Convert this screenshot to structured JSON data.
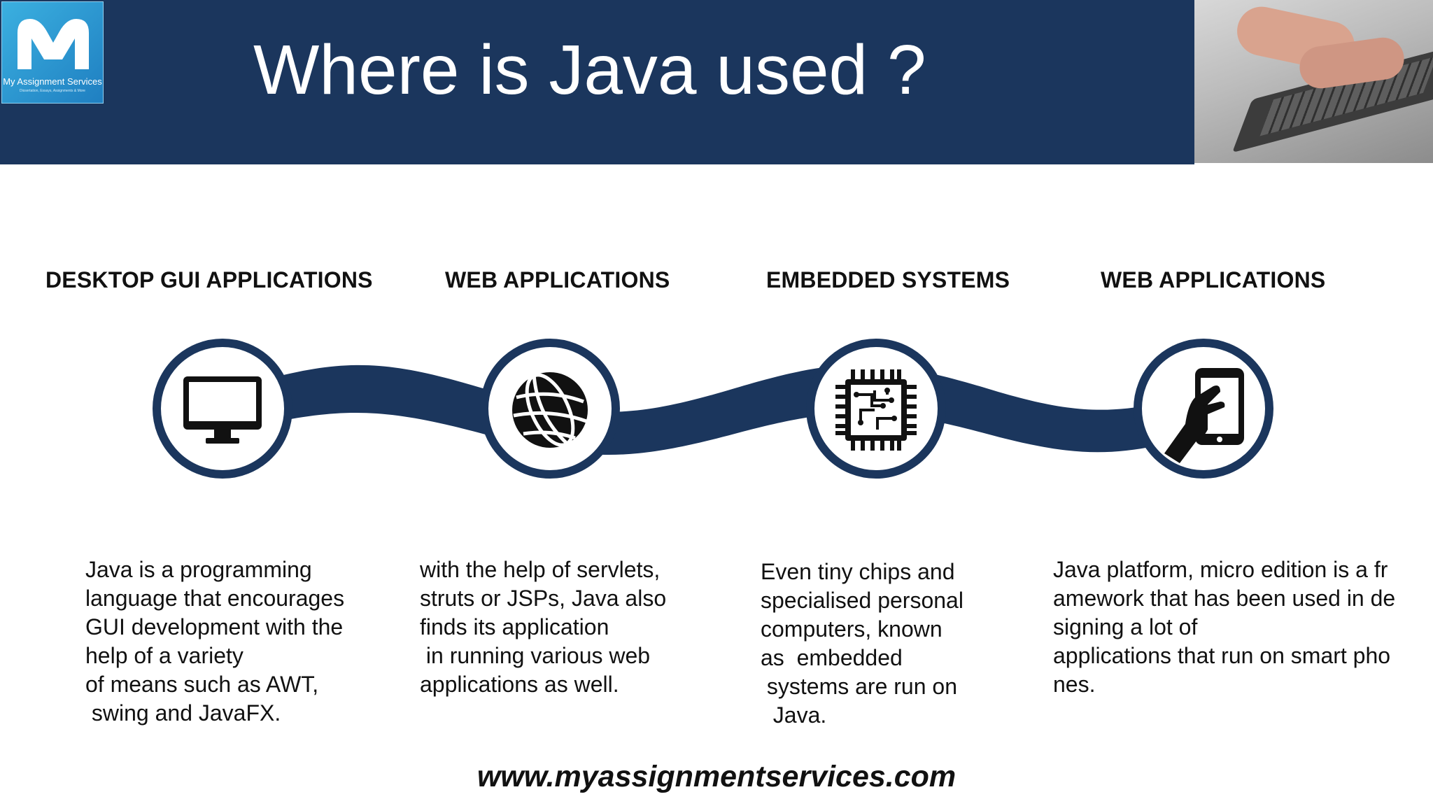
{
  "header": {
    "title": "Where is Java used ?",
    "logo": {
      "name": "My Assignment Services",
      "tagline": "Dissertation, Essays, Assignments & More"
    },
    "background_color": "#1b365d"
  },
  "sections": [
    {
      "heading": "DESKTOP GUI  APPLICATIONS",
      "icon": "monitor-icon",
      "description": "Java is a programming\nlanguage that encourages\nGUI development with the\nhelp of a variety\nof means such as AWT,\n swing and JavaFX."
    },
    {
      "heading": "WEB APPLICATIONS",
      "icon": "globe-icon",
      "description": "with the help of servlets,\nstruts or JSPs, Java also\nfinds its application\n in running various web\napplications as well."
    },
    {
      "heading": "EMBEDDED SYSTEMS",
      "icon": "chip-icon",
      "description": "Even tiny chips and\nspecialised personal\ncomputers, known\nas  embedded\n systems are run on\n  Java."
    },
    {
      "heading": "WEB APPLICATIONS",
      "icon": "smartphone-hand-icon",
      "description": "Java platform, micro edition is a fr\namework that has been used in de\nsigning a lot of\napplications that run on smart pho\nnes."
    }
  ],
  "footer": {
    "url": "www.myassignmentservices.com"
  }
}
